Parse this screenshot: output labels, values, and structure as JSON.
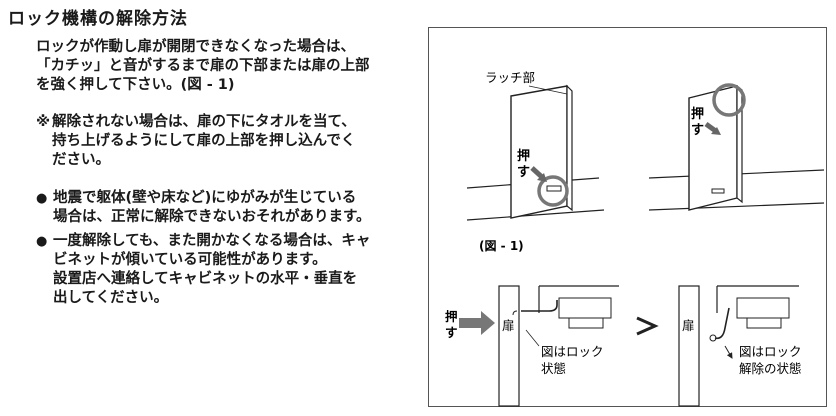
{
  "title": "ロック機構の解除方法",
  "intro": [
    "ロックが作動し扉が開閉できなくなった場合は、",
    "「カチッ」と音がするまで扉の下部または扉の上部",
    "を強く押して下さい。(図 - 1)"
  ],
  "note": {
    "mark": "※",
    "lines": [
      "解除されない場合は、扉の下にタオルを当て、",
      "持ち上げるようにして扉の上部を押し込んでく",
      "ださい。"
    ]
  },
  "bullets": [
    {
      "mark": "●",
      "lines": [
        "地震で躯体(壁や床など)にゆがみが生じている",
        "場合は、正常に解除できないおそれがあります。"
      ]
    },
    {
      "mark": "●",
      "lines": [
        "一度解除しても、また開かなくなる場合は、キャ",
        "ビネットが傾いている可能性があります。",
        "設置店へ連絡してキャビネットの水平・垂直を",
        "出してください。"
      ]
    }
  ],
  "figure": {
    "latch_label": "ラッチ部",
    "push_label_1": "押",
    "push_label_2": "す",
    "caption": "(図 - 1)",
    "door_label": "扉",
    "locked_caption_1": "図はロック",
    "locked_caption_2": "状態",
    "unlocked_caption_1": "図はロック",
    "unlocked_caption_2": "解除の状態"
  }
}
